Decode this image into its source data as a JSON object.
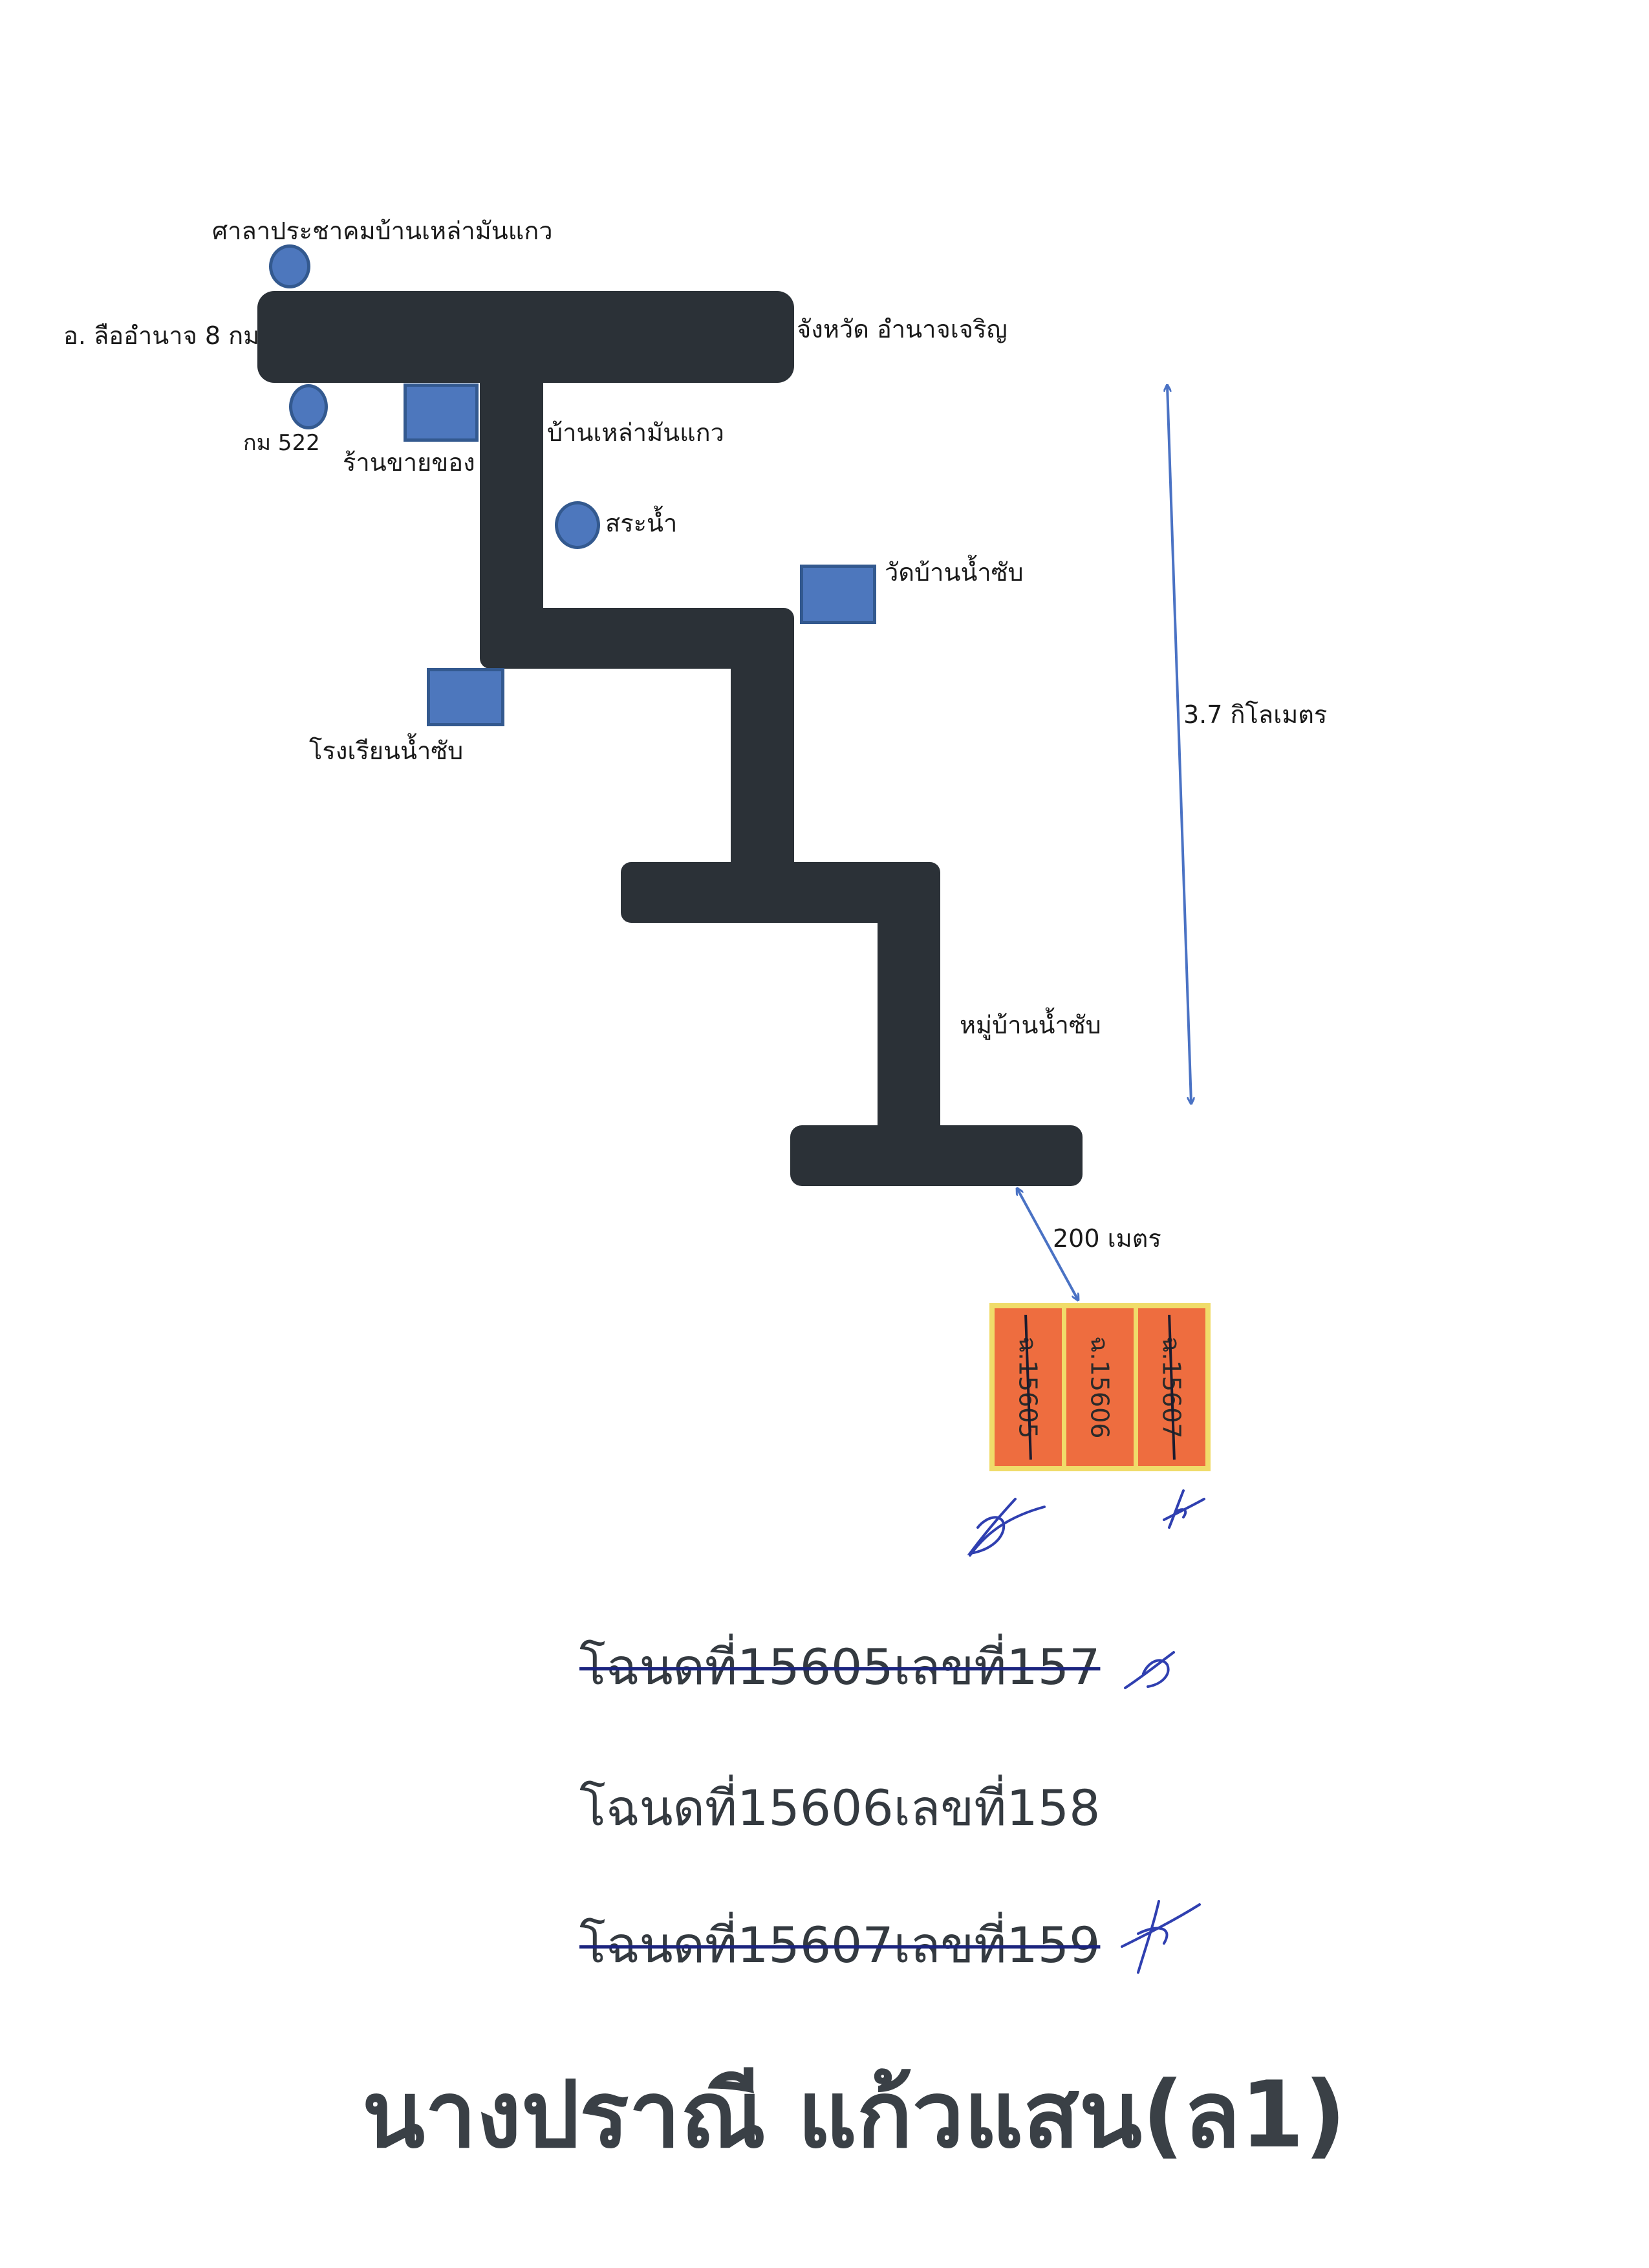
{
  "colors": {
    "road": "#2b3137",
    "landmark": "#4d77bd",
    "parcel_fill": "#ee6d3f",
    "parcel_border": "#f0dc6a",
    "annotation": "#4a72c4",
    "signature_ink": "#2f3fb0"
  },
  "map": {
    "labels": {
      "sala": "ศาลาประชาคมบ้านเหล่ามันแกว",
      "district": "อ. ลืออำนาจ 8 กม",
      "province": "จังหวัด  อำนาจเจริญ",
      "km522": "กม 522",
      "shop": "ร้านขายของ",
      "village_lao": "บ้านเหล่ามันแกว",
      "pond": "สระน้ำ",
      "temple": "วัดบ้านน้ำซับ",
      "school": "โรงเรียนน้ำซับ",
      "village_namsap": "หมู่บ้านน้ำซับ",
      "distance_long": "3.7  กิโลเมตร",
      "distance_short": "200  เมตร"
    },
    "parcels": [
      "ฉ.15605",
      "ฉ.15606",
      "ฉ.15607"
    ]
  },
  "deeds": [
    {
      "text": "โฉนดที่15605เลขที่157",
      "struck": true
    },
    {
      "text": "โฉนดที่15606เลขที่158",
      "struck": false
    },
    {
      "text": "โฉนดที่15607เลขที่159",
      "struck": true
    }
  ],
  "owner": "นางปราณี  แก้วแสน(ล1)"
}
